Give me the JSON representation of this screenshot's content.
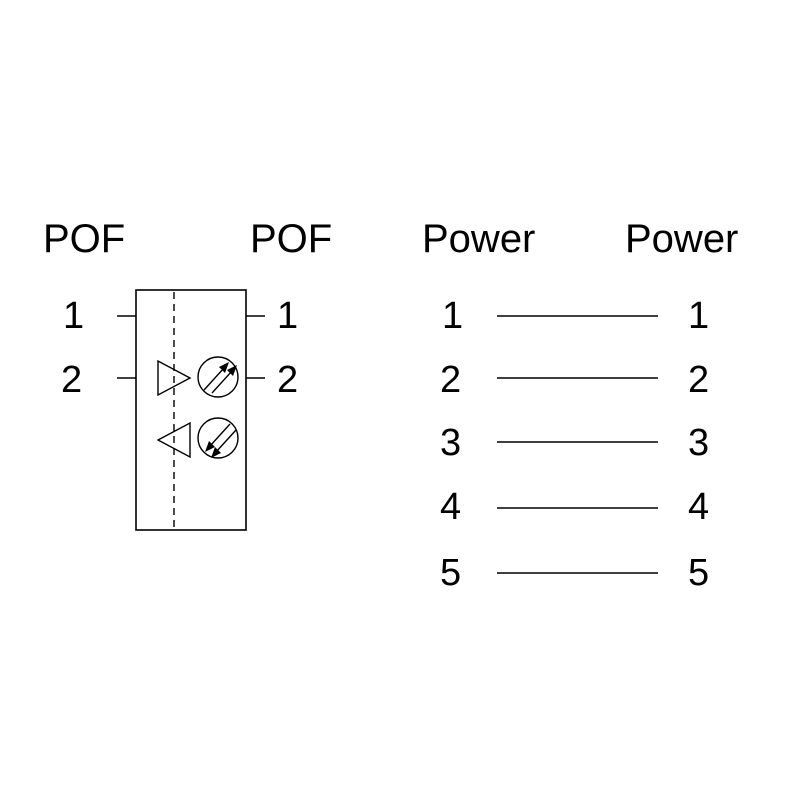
{
  "pof": {
    "left_header": "POF",
    "right_header": "POF",
    "left_pins": [
      "1",
      "2"
    ],
    "right_pins": [
      "1",
      "2"
    ],
    "symbols": [
      "transmitter-led-icon",
      "receiver-photodiode-icon"
    ]
  },
  "power": {
    "left_header": "Power",
    "right_header": "Power",
    "left_pins": [
      "1",
      "2",
      "3",
      "4",
      "5"
    ],
    "right_pins": [
      "1",
      "2",
      "3",
      "4",
      "5"
    ]
  }
}
